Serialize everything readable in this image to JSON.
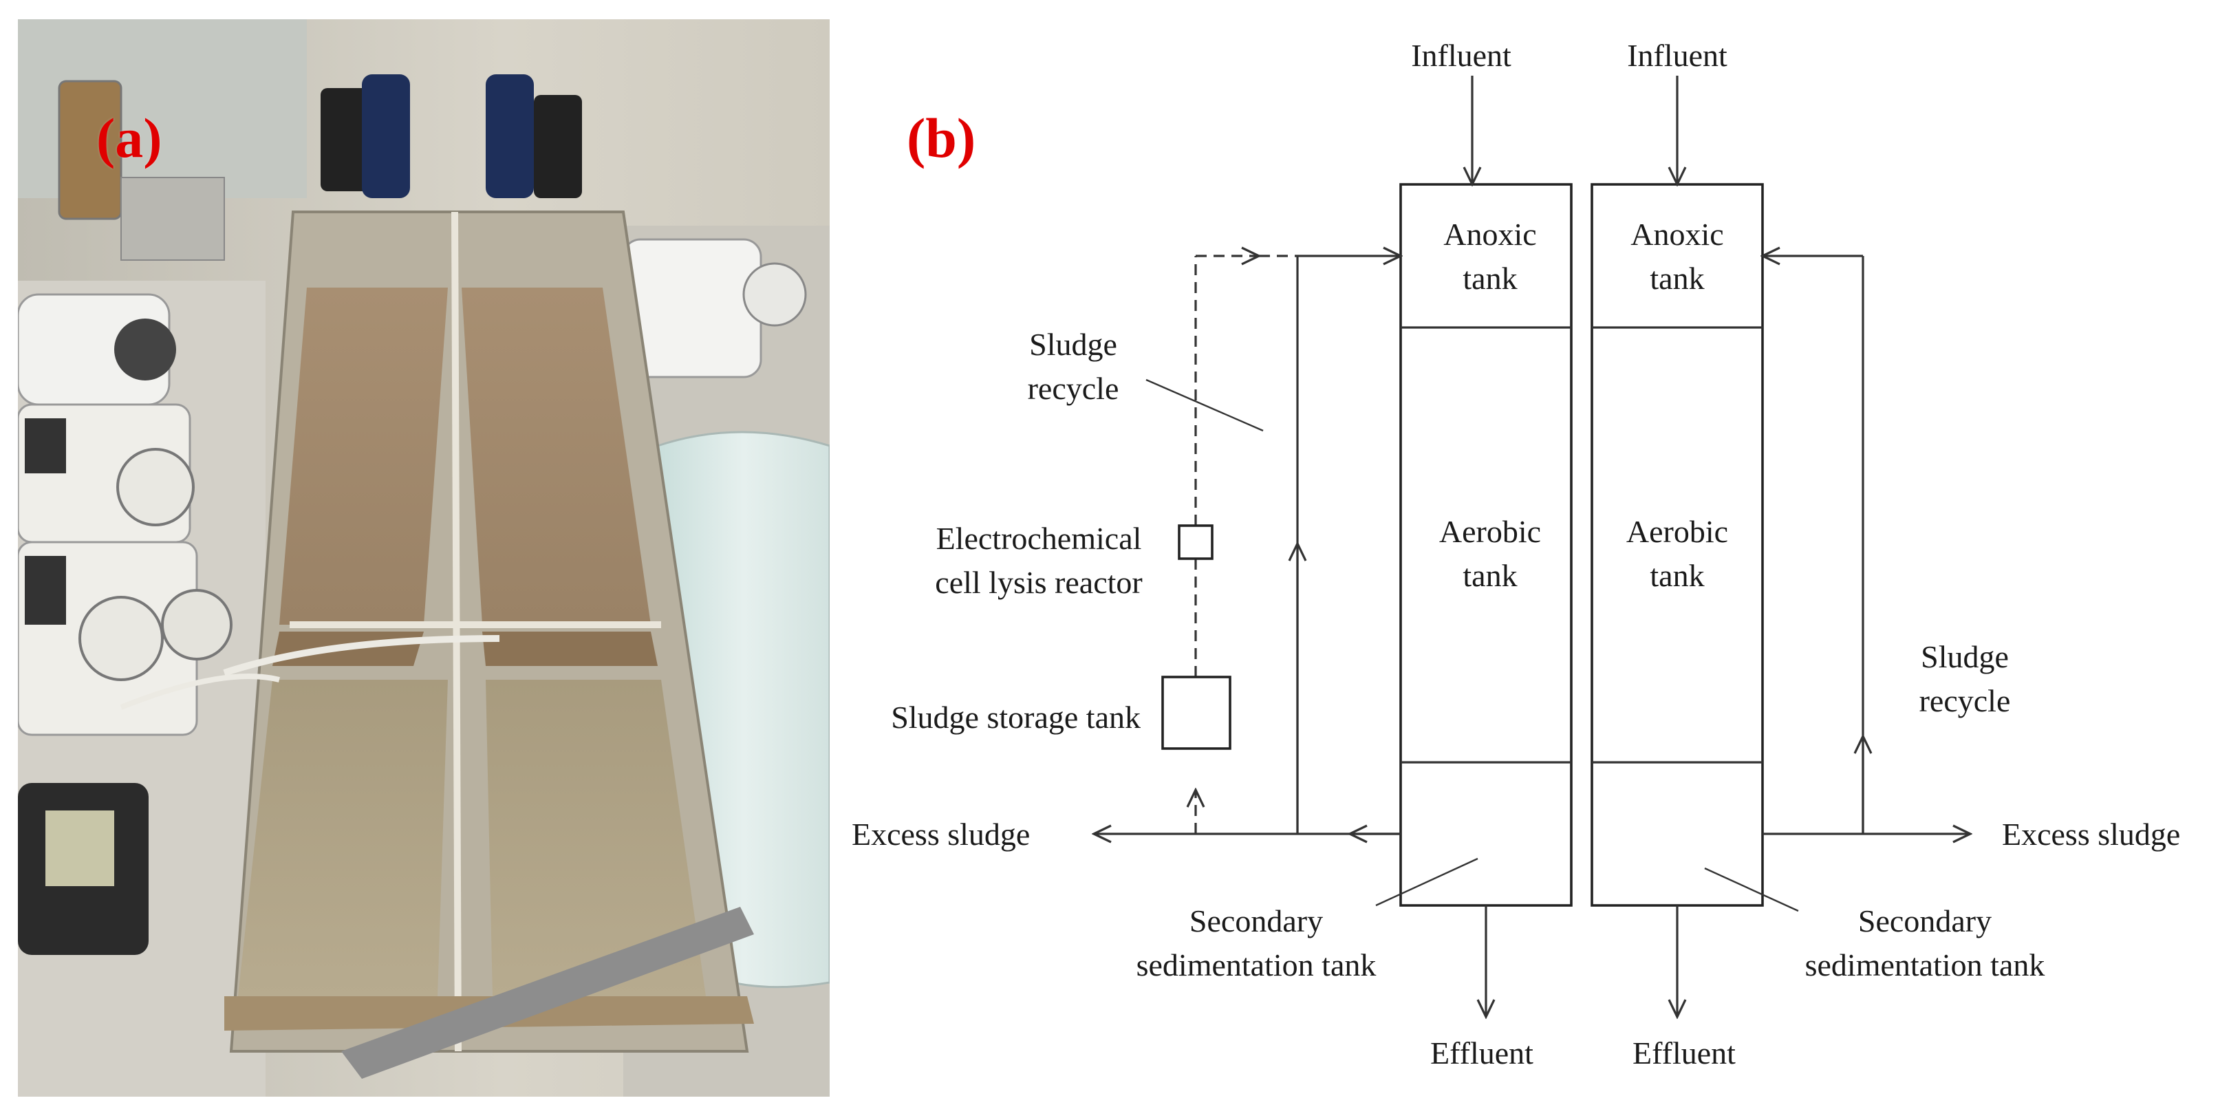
{
  "panel_labels": {
    "a": "(a)",
    "b": "(b)"
  },
  "photo": {
    "description_icon": "photo-of-lab-reactors"
  },
  "diagram": {
    "left_reactor": {
      "influent": "Influent",
      "anoxic": [
        "Anoxic",
        "tank"
      ],
      "aerobic": [
        "Aerobic",
        "tank"
      ],
      "effluent": "Effluent"
    },
    "right_reactor": {
      "influent": "Influent",
      "anoxic": [
        "Anoxic",
        "tank"
      ],
      "aerobic": [
        "Aerobic",
        "tank"
      ],
      "effluent": "Effluent"
    },
    "left_sludge_recycle": [
      "Sludge",
      "recycle"
    ],
    "right_sludge_recycle": [
      "Sludge",
      "recycle"
    ],
    "electrochemical": [
      "Electrochemical",
      "cell lysis reactor"
    ],
    "sludge_storage": "Sludge storage tank",
    "left_excess": "Excess sludge",
    "right_excess": "Excess sludge",
    "left_secondary": [
      "Secondary",
      "sedimentation tank"
    ],
    "right_secondary": [
      "Secondary",
      "sedimentation tank"
    ]
  }
}
